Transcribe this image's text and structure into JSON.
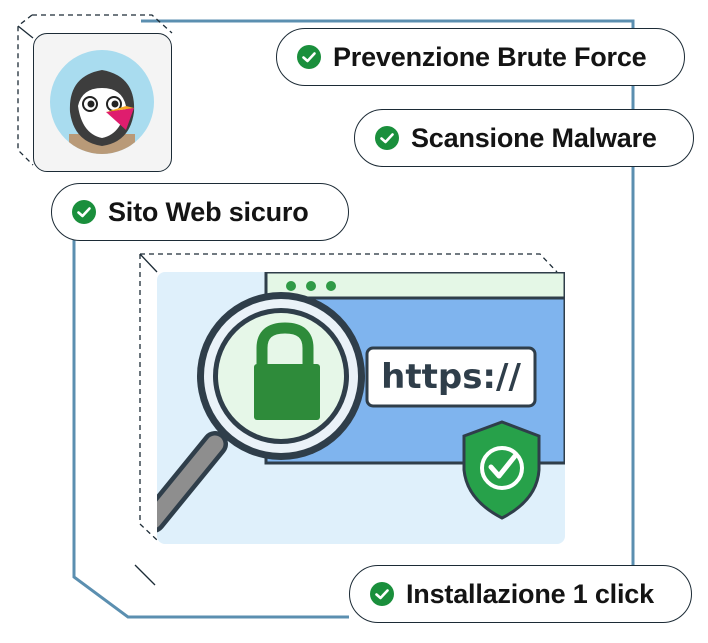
{
  "features": {
    "brute_force": "Prevenzione Brute Force",
    "malware": "Scansione Malware",
    "secure_site": "Sito Web sicuro",
    "install": "Installazione 1 click"
  },
  "illustration": {
    "url_text": "https://"
  },
  "colors": {
    "check_green": "#1a8f3c",
    "frame_blue": "#5b8fb0",
    "hero_bg": "#dff0fb",
    "browser_blue": "#7fb4ee",
    "lock_green": "#2e8b3a",
    "shield_green": "#27a14a",
    "logo_circle": "#a9dcef"
  },
  "icons": [
    "check-circle-icon",
    "padlock-icon",
    "magnifier-icon",
    "shield-check-icon",
    "prestashop-puffin-logo"
  ]
}
